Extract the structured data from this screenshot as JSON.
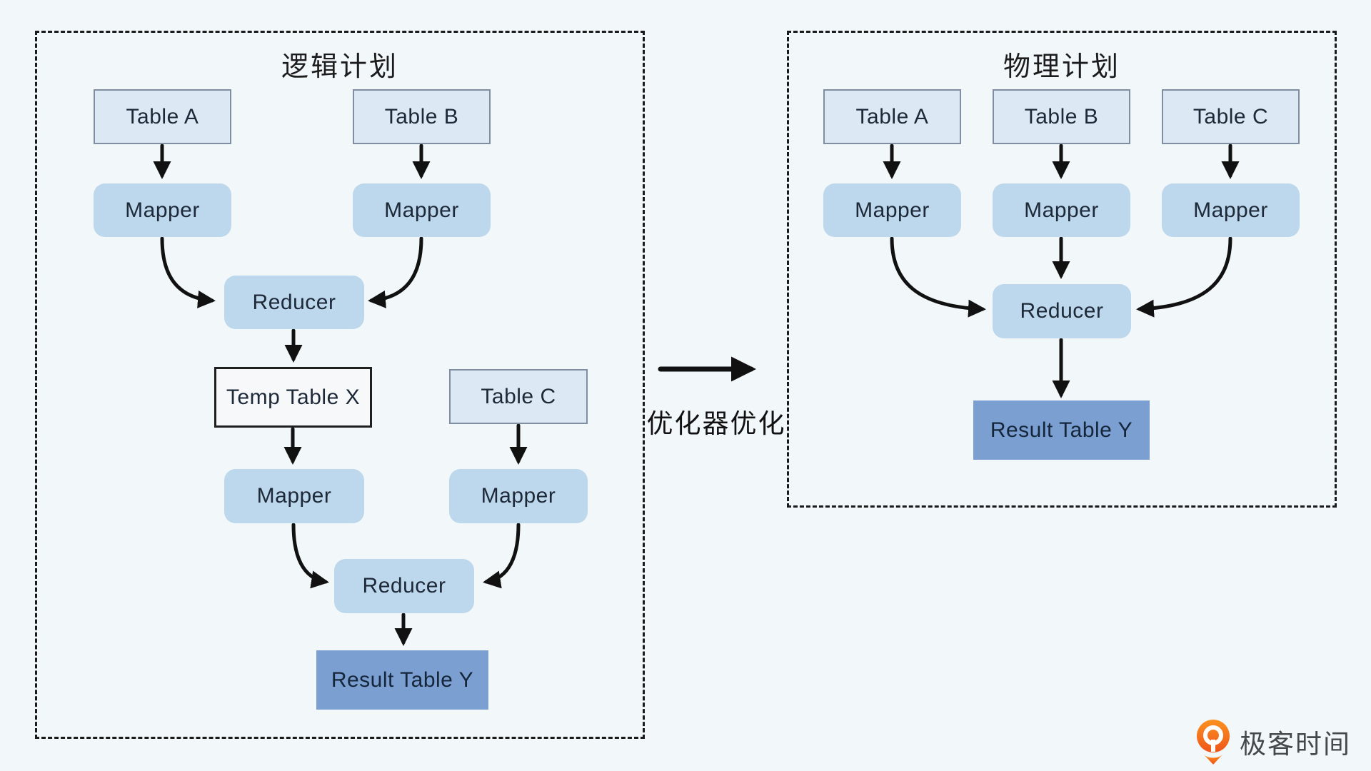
{
  "left": {
    "title": "逻辑计划",
    "table_a": "Table A",
    "table_b": "Table B",
    "mapper_a": "Mapper",
    "mapper_b": "Mapper",
    "reducer_1": "Reducer",
    "temp_table_x": "Temp Table X",
    "table_c": "Table C",
    "mapper_c": "Mapper",
    "mapper_d": "Mapper",
    "reducer_2": "Reducer",
    "result_table_y": "Result Table Y"
  },
  "right": {
    "title": "物理计划",
    "table_a": "Table A",
    "table_b": "Table B",
    "table_c": "Table C",
    "mapper_a": "Mapper",
    "mapper_b": "Mapper",
    "mapper_c": "Mapper",
    "reducer": "Reducer",
    "result_table_y": "Result Table Y"
  },
  "transform": {
    "label": "优化器优化"
  },
  "logo": {
    "text": "极客时间"
  },
  "colors": {
    "background": "#f2f7f9",
    "table_fill": "#dce8f4",
    "table_border": "#7f8ea0",
    "process_fill": "#bdd7ec",
    "temp_fill": "#f6f8f9",
    "result_fill": "#7b9fd1",
    "arrow": "#111111",
    "logo_orange": "#f4691f",
    "logo_text": "#45494c"
  }
}
